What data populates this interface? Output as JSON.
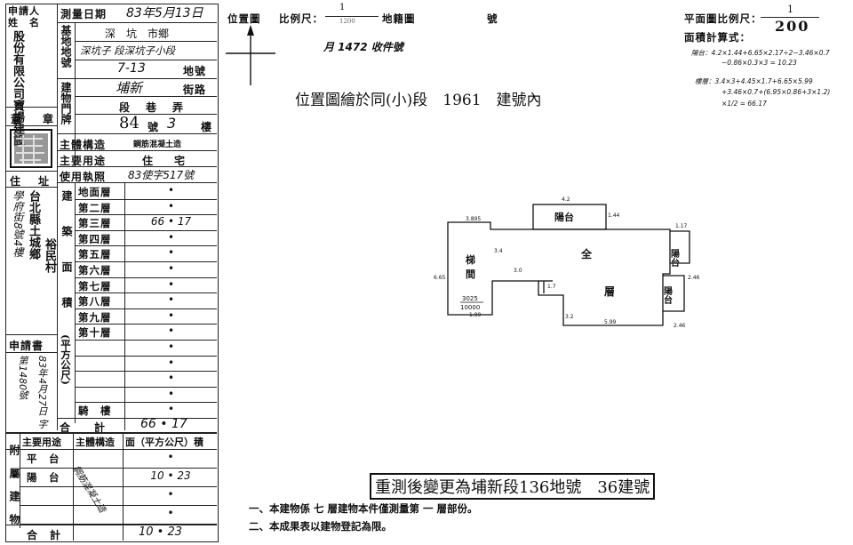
{
  "left": {
    "applicant_label_a": "申請人",
    "applicant_label_b": "姓　名",
    "applicant_name": "股份有限公司寶揚建設",
    "survey_date_label": "測量日期",
    "survey_date": "83年5月13日",
    "base_label": "基地地號",
    "city": "深　坑　市鄉",
    "section": "深坑子 段深坑子小段",
    "lot_no": "7-13",
    "lot_suffix": "地號",
    "door_label": "建物門牌",
    "street_name": "埔新",
    "street_suffix": "街路",
    "lane_line": "段　巷　弄",
    "house_no": "84",
    "house_no_suffix": "號",
    "floor_no": "3",
    "floor_suffix": "樓",
    "seal_label": "蓋　章",
    "structure_label": "主體構造",
    "structure": "鋼筋混凝土造",
    "usage_label": "主要用途",
    "usage": "住　宅",
    "license_label": "使用執照",
    "license": "83使字517號",
    "address_label": "住　址",
    "address_a": "台北縣土城鄉",
    "address_b": "裕民村",
    "address_hand": "學府街8號4樓",
    "area_group_label": "建築面積",
    "area_unit_label": "(平方公尺)",
    "floors": [
      {
        "name": "地面層",
        "val": "•"
      },
      {
        "name": "第二層",
        "val": "•"
      },
      {
        "name": "第三層",
        "val": "66 • 17"
      },
      {
        "name": "第四層",
        "val": "•"
      },
      {
        "name": "第五層",
        "val": "•"
      },
      {
        "name": "第六層",
        "val": "•"
      },
      {
        "name": "第七層",
        "val": "•"
      },
      {
        "name": "第八層",
        "val": "•"
      },
      {
        "name": "第九層",
        "val": "•"
      },
      {
        "name": "第十層",
        "val": "•"
      },
      {
        "name": "",
        "val": "•"
      },
      {
        "name": "",
        "val": "•"
      },
      {
        "name": "",
        "val": "•"
      },
      {
        "name": "",
        "val": "•"
      },
      {
        "name": "騎　樓",
        "val": "•"
      }
    ],
    "total_label": "合　　計",
    "total_val": "66 • 17",
    "app_book_label": "申請書",
    "app_book_no": "83年4月27日 字第1480號",
    "attached_label": "附屬建物",
    "att_headers": [
      "主要用途",
      "主體構造",
      "面（平方公尺）積"
    ],
    "att_rows": [
      {
        "name": "平　台",
        "val": "•"
      },
      {
        "name": "陽　台",
        "val": "10 • 23"
      },
      {
        "name": "",
        "val": "•"
      },
      {
        "name": "",
        "val": "•"
      }
    ],
    "att_structure": "鋼筋混凝土造",
    "att_total_label": "合　計",
    "att_total_val": "10 • 23"
  },
  "right": {
    "loc_label": "位置圖",
    "scale_label": "比例尺：",
    "scale_num": "1",
    "scale_den": "1200",
    "cadastral": "地籍圖",
    "no_label": "號",
    "receipt": "月 1472 收件號",
    "plan_scale_label": "平面圖比例尺：",
    "plan_scale_num": "1",
    "plan_scale_den": "200",
    "calc_label": "面積計算式：",
    "calc_balcony": "陽台：4.2×1.44+6.65×2.17÷2−3.46×0.7",
    "calc_balcony2": "−0.86×0.3×3 = 10.23",
    "calc_level": "樓層：3.4×3+4.45×1.7+6.65×5.99",
    "calc_level2": "+3.46×0.7+(6.95×0.86+3×1.2)",
    "calc_level3": "×1/2 = 66.17",
    "loc_note": "位置圖繪於同(小)段　1961　建號內",
    "plan": {
      "balcony": "陽台",
      "stair": "梯間",
      "floor_a": "全",
      "floor_b": "層",
      "east_balcony_a": "陽台",
      "east_balcony_b": "陽台",
      "ratio": "3025/10000"
    },
    "stamp": "重測後變更為埔新段136地號　36建號",
    "note1": "一、本建物係 七 層建物本件僅測量第 一 層部份。",
    "note2": "二、本成果表以建物登記為限。"
  }
}
